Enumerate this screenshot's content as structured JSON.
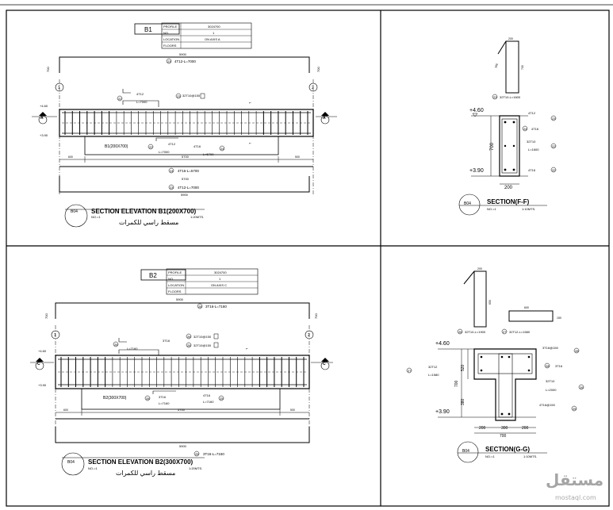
{
  "panels": {
    "b1": {
      "beam_tag": "B1",
      "info_rows": [
        {
          "label": "PROFILE",
          "value": "3024700"
        },
        {
          "label": "NO.",
          "value": "1"
        },
        {
          "label": "LOCATION",
          "value": "ON AXIS A"
        },
        {
          "label": "FLOORS",
          "value": ""
        }
      ],
      "dims": {
        "top_span": "5900",
        "bottom_span": "5900",
        "inner_span": "5700",
        "left_end": "600",
        "right_end": "500",
        "depth": "700"
      },
      "bars": {
        "top": "4T12-L=7000",
        "bottom": "4T16-L=5700",
        "bottom_full": "4T12-L=7000",
        "extra_top": "4T12",
        "extra_top_len": "L=7000",
        "stirrup": "32T10@150",
        "extra_bot": "4T16",
        "extra_bot_len": "L=5700",
        "mid_bot": "4T12",
        "mid_bot_len": "L=7000"
      },
      "callouts": {
        "top": "23",
        "bottom": "24",
        "bottom_full": "23",
        "extra_top": "22",
        "stirrup": "23",
        "mid": "22",
        "right": "24"
      },
      "beam_label": "B1(200X700)",
      "axes": {
        "left": "1",
        "right": "2",
        "section": "A"
      },
      "levels": {
        "top": "+4.60",
        "bottom": "+3.90"
      },
      "title": "SECTION ELEVATION B1(200X700)",
      "title_ar": "مسقط راسي للكمرات",
      "title_no": "NO.=1",
      "title_scale": "1:20MTS.",
      "sheet_ref": "B04"
    },
    "b2": {
      "beam_tag": "B2",
      "info_rows": [
        {
          "label": "PROFILE",
          "value": "3024700"
        },
        {
          "label": "NO.",
          "value": "1"
        },
        {
          "label": "LOCATION",
          "value": "ON AXIS C"
        },
        {
          "label": "FLOORS",
          "value": ""
        }
      ],
      "dims": {
        "top_span": "5900",
        "bottom_span": "5900",
        "inner_span": "5700",
        "left_end": "600",
        "right_end": "500",
        "depth": "700"
      },
      "bars": {
        "top": "3T16-L=7160",
        "bottom": "3T16-L=7160",
        "extra_top": "3T16",
        "extra_top_len": "L=7160",
        "stirrup1": "32T10@150",
        "stirrup2": "32T10@150",
        "extra_bot": "4T16",
        "extra_bot_len": "L=7160",
        "mid_bot": "3T16",
        "mid_bot_len": "L=7160"
      },
      "callouts": {
        "top": "28",
        "bottom": "25",
        "extra_top": "26",
        "stirrup1": "26",
        "stirrup2": "26",
        "mid": "28",
        "right": "25"
      },
      "beam_label": "B2(300X700)",
      "axes": {
        "left": "1",
        "right": "2",
        "section": "C"
      },
      "levels": {
        "top": "+4.60",
        "bottom": "+3.90"
      },
      "title": "SECTION ELEVATION B2(300X700)",
      "title_ar": "مسقط راسي للكمرات",
      "title_no": "NO.=1",
      "title_scale": "1:20MTS.",
      "sheet_ref": "B04"
    },
    "ff": {
      "stirrup_dims": {
        "w": "200",
        "h": "700",
        "hook": "150"
      },
      "stirrup_label": "32T10-L=1600",
      "stirrup_callout": "23",
      "levels": {
        "top": "+4.60",
        "bottom": "+3.90"
      },
      "depth": "700",
      "width": "200",
      "bars": {
        "top": "4T12",
        "mid": "4T16",
        "stirrup": "32T10",
        "stirrup_len": "L=1600",
        "bottom": "4T16"
      },
      "callouts": {
        "top": "23",
        "mid": "24",
        "stirrup": "22",
        "bottom": "22"
      },
      "title": "SECTION(F-F)",
      "title_no": "NO.=1",
      "title_scale": "1:10MTS.",
      "sheet_ref": "B04"
    },
    "gg": {
      "stirrup1_dims": {
        "w": "200",
        "h": "650",
        "hook": "150"
      },
      "stirrup1_label": "32T10-L=1900",
      "stirrup1_callout": "26",
      "stirrup2_dims": {
        "w": "600",
        "h": "150"
      },
      "stirrup2_label": "32T12-L=1580",
      "stirrup2_callout": "27",
      "levels": {
        "top": "+4.60",
        "bottom": "+3.90"
      },
      "depths": {
        "flange": "520",
        "web": "380",
        "total": "700"
      },
      "widths": {
        "left": "200",
        "mid": "300",
        "right": "200",
        "total": "700"
      },
      "bars": {
        "top": "3T16@150",
        "right": "3T16",
        "flange": "32T12",
        "flange_len": "L=1580",
        "web_stirrup": "32T10",
        "web_len": "L=2000",
        "bottom": "4T16@150"
      },
      "callouts": {
        "top": "28",
        "right": "28",
        "flange": "27",
        "web": "26",
        "bottom": "25"
      },
      "title": "SECTION(G-G)",
      "title_no": "NO.=1",
      "title_scale": "1:10MTS.",
      "sheet_ref": "B04"
    }
  },
  "watermark": {
    "logo_ar": "مستقل",
    "site": "mostaql.com"
  }
}
